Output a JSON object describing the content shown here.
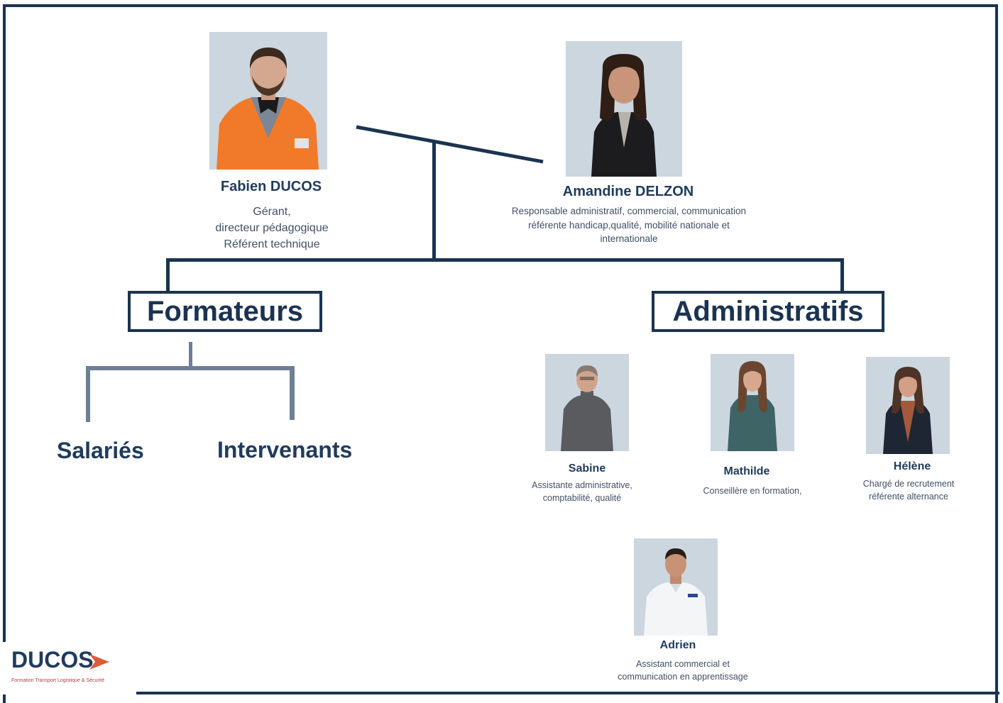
{
  "people": {
    "fabien": {
      "name": "Fabien DUCOS",
      "role": [
        "Gérant,",
        "directeur pédagogique",
        "Référent technique"
      ]
    },
    "amandine": {
      "name": "Amandine DELZON",
      "role": [
        "Responsable administratif, commercial, communication",
        "référente handicap,qualité, mobilité nationale et",
        "internationale"
      ]
    },
    "sabine": {
      "name": "Sabine",
      "role": [
        "Assistante administrative,",
        "comptabilité, qualité"
      ]
    },
    "mathilde": {
      "name": "Mathilde",
      "role": [
        "Conseillère en formation,"
      ]
    },
    "helene": {
      "name": "Hélène",
      "role": [
        "Chargé de recrutement",
        "référente alternance"
      ]
    },
    "adrien": {
      "name": "Adrien",
      "role": [
        "Assistant commercial et",
        "communication en apprentissage"
      ]
    }
  },
  "groups": {
    "formateurs": "Formateurs",
    "administratifs": "Administratifs",
    "salaries": "Salariés",
    "intervenants": "Intervenants"
  },
  "logo": {
    "text": "DUCOS",
    "tagline": "Formation Transport Logistique & Sécurité",
    "colors": {
      "primary": "#1f3b5c",
      "accent": "#e05a3a"
    }
  }
}
